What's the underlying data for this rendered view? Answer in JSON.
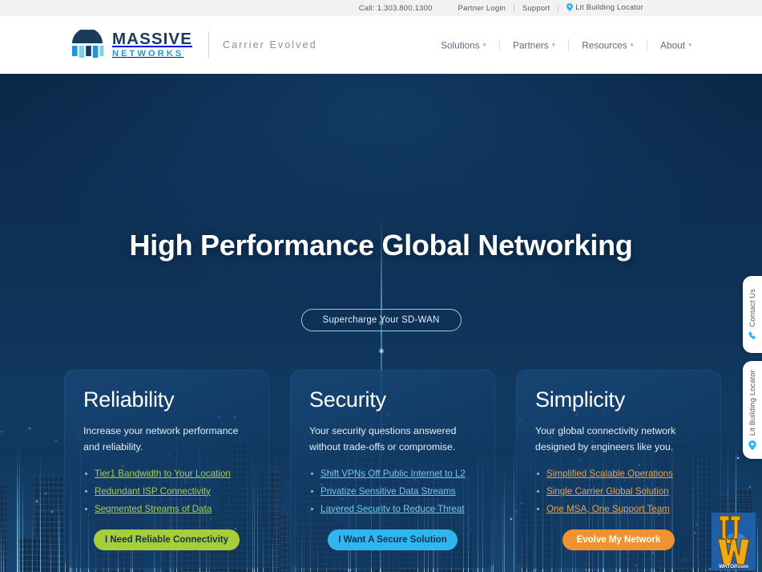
{
  "topbar": {
    "phone": "Call: 1.303.800.1300",
    "partner_login": "Partner Login",
    "support": "Support",
    "locator": "Lit Building Locator",
    "separator": "|"
  },
  "header": {
    "logo_primary": "MASSIVE",
    "logo_secondary": "NETWORKS",
    "tagline": "Carrier Evolved",
    "nav": [
      {
        "label": "Solutions"
      },
      {
        "label": "Partners"
      },
      {
        "label": "Resources"
      },
      {
        "label": "About"
      }
    ]
  },
  "hero": {
    "title": "High Performance Global Networking",
    "cta_label": "Supercharge Your SD-WAN"
  },
  "cards": [
    {
      "title": "Reliability",
      "description": "Increase your network performance and reliability.",
      "links": [
        "Tier1 Bandwidth to Your Location",
        "Redundant ISP Connectivity",
        "Segmented Streams of Data"
      ],
      "button": "I Need Reliable Connectivity",
      "accent": "#a6ce39"
    },
    {
      "title": "Security",
      "description": "Your security questions answered without trade-offs or compromise.",
      "links": [
        "Shift VPNs Off Public Internet to L2",
        "Privatize Sensitive Data Streams",
        "Layered Security to Reduce Threat"
      ],
      "button": "I Want A Secure Solution",
      "accent": "#2fb6ef"
    },
    {
      "title": "Simplicity",
      "description": "Your global connectivity network designed by engineers like you.",
      "links": [
        "Simplified Scalable Operations",
        "Single Carrier Global Solution",
        "One MSA, One Support Team"
      ],
      "button": "Evolve My Network",
      "accent": "#f0932f"
    }
  ],
  "side_tabs": [
    {
      "label": "Contact Us",
      "icon": "phone-icon"
    },
    {
      "label": "Lit Building Locator",
      "icon": "map-pin-icon"
    }
  ],
  "watermark": {
    "caption": "WHTOP.com"
  },
  "colors": {
    "hero_bg_top": "#0a2747",
    "hero_bg_bottom": "#17456f",
    "logo_navy": "#1b3a5c",
    "logo_blue": "#2196d6",
    "accent_green": "#a6ce39",
    "accent_cyan": "#2fb6ef",
    "accent_orange": "#f0932f"
  }
}
